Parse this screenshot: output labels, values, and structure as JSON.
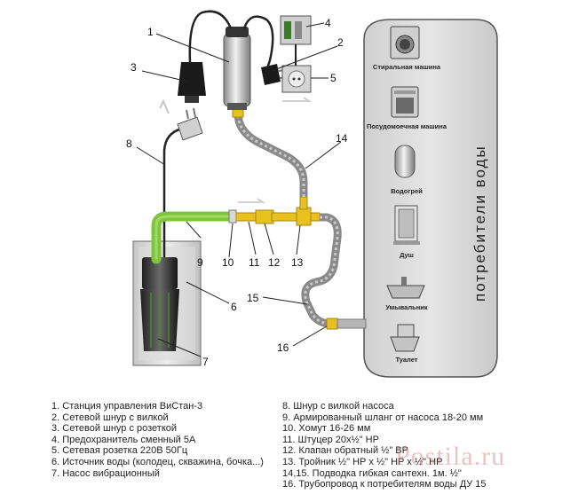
{
  "callouts": [
    "1",
    "2",
    "3",
    "4",
    "5",
    "6",
    "7",
    "8",
    "9",
    "10",
    "11",
    "12",
    "13",
    "14",
    "15",
    "16"
  ],
  "consumers": {
    "heading": "потребители воды",
    "items": [
      {
        "name": "Стиральная машина",
        "icon": "washing-machine-icon"
      },
      {
        "name": "Посудомоечная машина",
        "icon": "dishwasher-icon"
      },
      {
        "name": "Водогрей",
        "icon": "water-heater-icon"
      },
      {
        "name": "Душ",
        "icon": "shower-icon"
      },
      {
        "name": "Умывальник",
        "icon": "washbasin-icon"
      },
      {
        "name": "Туалет",
        "icon": "toilet-icon"
      }
    ]
  },
  "legend": {
    "left": [
      {
        "num": "1.",
        "text": "Станция управления ВиСтан-3"
      },
      {
        "num": "2.",
        "text": "Сетевой шнур с вилкой"
      },
      {
        "num": "3.",
        "text": "Сетевой шнур с розеткой"
      },
      {
        "num": "4.",
        "text": "Предохранитель сменный 5А"
      },
      {
        "num": "5.",
        "text": "Сетевая розетка 220В 50Гц"
      },
      {
        "num": "6.",
        "text": "Источник воды (колодец, скважина, бочка...)"
      },
      {
        "num": "7.",
        "text": "Насос вибрационный"
      }
    ],
    "right": [
      {
        "num": "8.",
        "text": "Шнур с вилкой насоса"
      },
      {
        "num": "9.",
        "text": "Армированный шланг от насоса 18-20 мм"
      },
      {
        "num": "10.",
        "text": "Хомут 16-26 мм"
      },
      {
        "num": "11.",
        "text": "Штуцер 20х½\" НР"
      },
      {
        "num": "12.",
        "text": "Клапан обратный ½\" ВР"
      },
      {
        "num": "13.",
        "text": "Тройник ½\" НР х ½\" НР х ½\" НР"
      },
      {
        "num": "14,15.",
        "text": "Подводка гибкая сантехн. 1м. ½\""
      },
      {
        "num": "16.",
        "text": "Трубопровод к потребителям воды ДУ 15"
      }
    ]
  },
  "watermark": "Postila.ru",
  "colors": {
    "hose": "#7fc43b",
    "fitting": "#e8c020",
    "braid": "#9a9a9a",
    "panel": "#d9d9d9"
  }
}
